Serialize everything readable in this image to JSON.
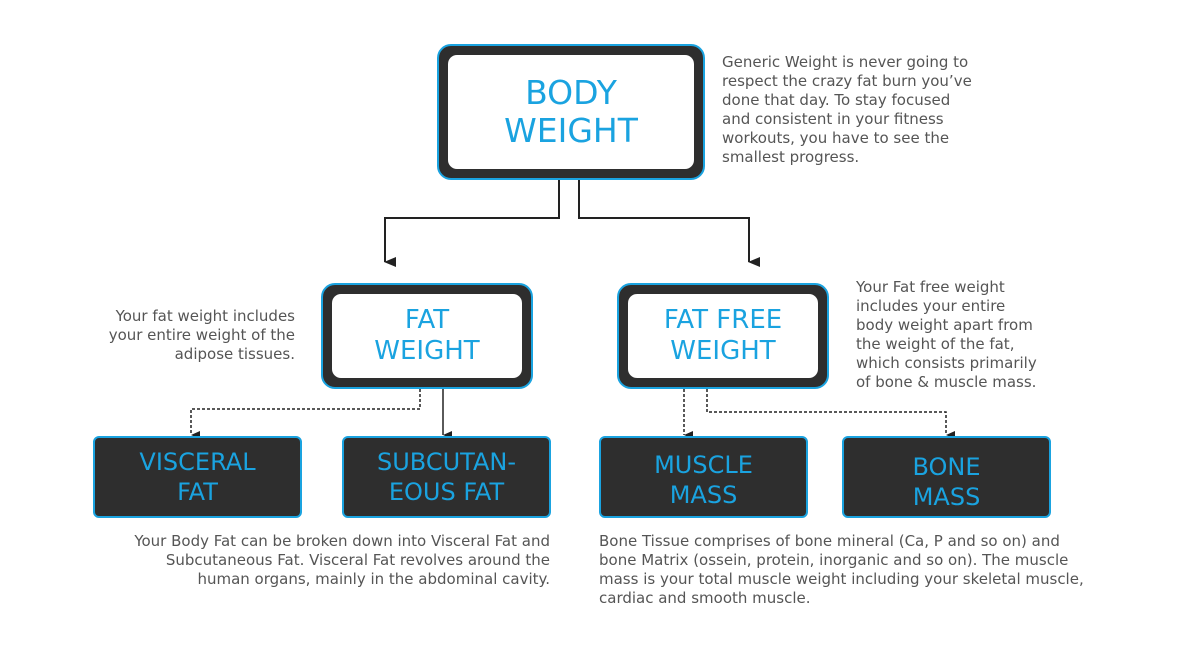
{
  "boxes": {
    "body_weight": [
      "BODY",
      "WEIGHT"
    ],
    "fat_weight": [
      "FAT",
      "WEIGHT"
    ],
    "fat_free_weight": [
      "FAT FREE",
      "WEIGHT"
    ],
    "visceral_fat": [
      "VISCERAL",
      "FAT"
    ],
    "subcutaneous_fat": [
      "SUBCUTAN-",
      "EOUS FAT"
    ],
    "muscle_mass": [
      "MUSCLE",
      "MASS"
    ],
    "bone_mass": [
      "BONE",
      "MASS"
    ]
  },
  "notes": {
    "body_weight": [
      "Generic Weight is never going to",
      "respect the crazy fat burn you’ve",
      "done that day. To stay focused",
      "and consistent in your fitness",
      "workouts, you have to see the",
      "smallest progress."
    ],
    "fat_weight": [
      "Your fat weight includes",
      "your entire weight of the",
      "adipose tissues."
    ],
    "fat_free_weight": [
      "Your Fat free weight",
      "includes your entire",
      "body weight apart from",
      "the weight of the fat,",
      "which consists primarily",
      "of bone & muscle mass."
    ],
    "fat_types": [
      "Your Body Fat can be broken down into Visceral Fat and",
      "Subcutaneous Fat. Visceral Fat revolves around the",
      "human organs, mainly in the abdominal cavity."
    ],
    "fat_free_types": [
      "Bone Tissue comprises of bone mineral (Ca, P and so on) and",
      "bone Matrix (ossein, protein, inorganic and so on). The muscle",
      "mass is your total muscle weight including your skeletal muscle,",
      "cardiac and smooth muscle."
    ]
  },
  "colors": {
    "accent": "#1aa3e0",
    "box_dark": "#2e2e2e",
    "note_text": "#555555",
    "connector": "#222222"
  }
}
